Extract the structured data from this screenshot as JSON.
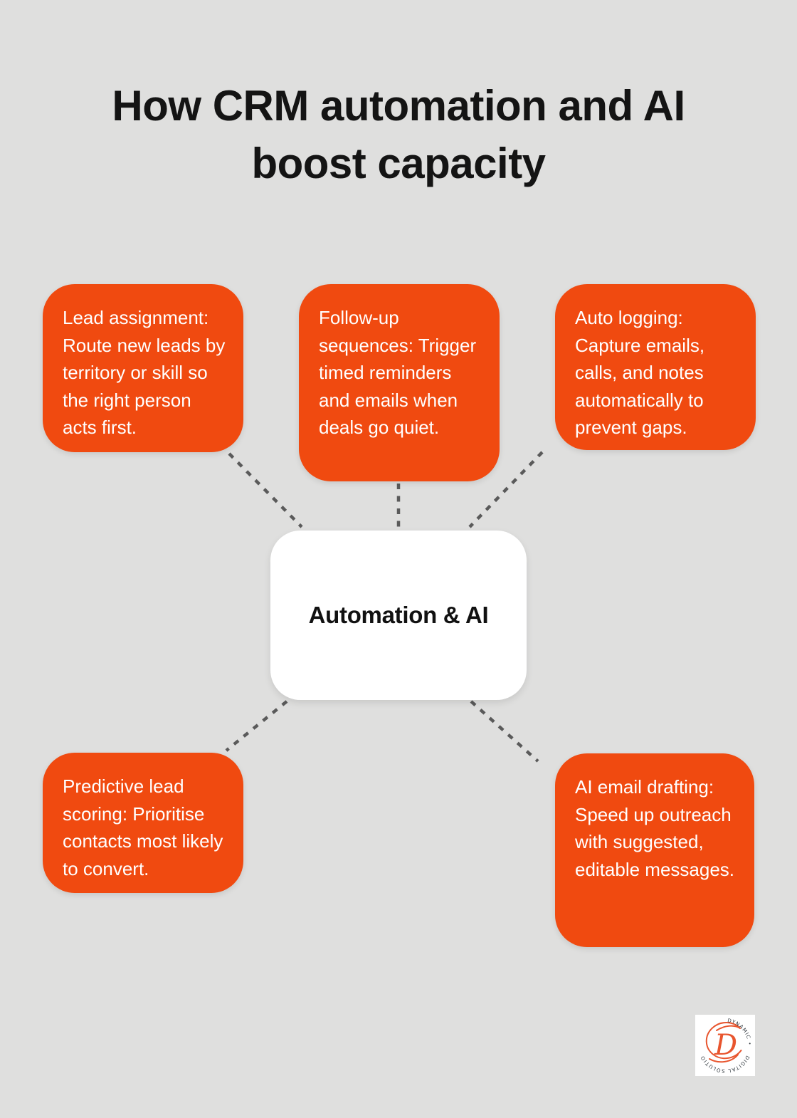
{
  "title": "How CRM automation and AI boost capacity",
  "center": {
    "label": "Automation & AI"
  },
  "features": [
    {
      "id": "lead-assignment",
      "text": "Lead assignment: Route new leads by territory or skill so the right person acts first."
    },
    {
      "id": "follow-up-sequences",
      "text": "Follow-up sequences: Trigger timed reminders and emails when deals go quiet."
    },
    {
      "id": "auto-logging",
      "text": "Auto logging: Capture emails, calls, and notes automatically to prevent gaps."
    },
    {
      "id": "predictive-lead-scoring",
      "text": "Predictive lead scoring: Prioritise contacts most likely to convert."
    },
    {
      "id": "ai-email-drafting",
      "text": "AI email drafting: Speed up outreach with suggested, editable messages."
    }
  ],
  "logo": {
    "ring_text_top": "DYNAMIC •",
    "ring_text_bottom": "DIGITAL SOLUTIONS",
    "monogram": "D"
  },
  "colors": {
    "background": "#DFDFDE",
    "card": "#F04A10",
    "card_text": "#FFFFFF",
    "center_bg": "#FFFFFF",
    "center_text": "#111111",
    "connector": "#5A5A5A",
    "title_text": "#141414",
    "logo_accent": "#E8552E",
    "logo_text": "#333A40"
  }
}
